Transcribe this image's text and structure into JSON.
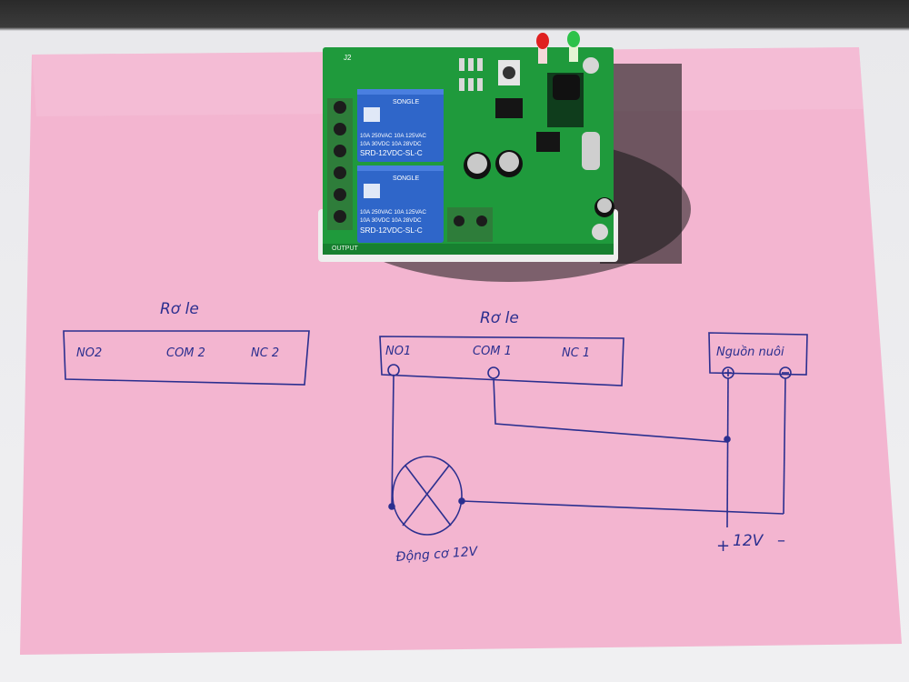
{
  "colors": {
    "paper": "#f2b3cf",
    "ink": "#2b2f8f",
    "pcb": "#1f9a3c",
    "relay": "#2f66c9",
    "terminal": "#2e7d3a",
    "led_red": "#e02020",
    "led_green": "#2ec24a"
  },
  "board": {
    "relay1_brand": "SONGLE",
    "relay1_rating_1": "10A 250VAC  10A 125VAC",
    "relay1_rating_2": "10A 30VDC  10A 28VDC",
    "relay1_model": "SRD-12VDC-SL-C",
    "relay2_brand": "SONGLE",
    "relay2_rating_1": "10A 250VAC  10A 125VAC",
    "relay2_rating_2": "10A 30VDC  10A 28VDC",
    "relay2_model": "SRD-12VDC-SL-C",
    "label_j2": "J2",
    "label_output": "OUTPUT"
  },
  "diagram": {
    "relay2_title": "Rơ le",
    "relay2_pins": [
      "NO2",
      "COM 2",
      "NC 2"
    ],
    "relay1_title": "Rơ le",
    "relay1_pins": [
      "NO1",
      "COM 1",
      "NC 1"
    ],
    "power_label": "Nguồn nuôi",
    "motor_label": "Động cơ 12V",
    "voltage_plus": "+",
    "voltage_value": "12V",
    "voltage_minus": "–"
  },
  "icons": [
    "led-red-icon",
    "led-green-icon",
    "push-button-icon",
    "capacitor-icon",
    "crystal-icon",
    "motor-cross-icon",
    "terminal-plus-icon",
    "terminal-minus-icon"
  ]
}
